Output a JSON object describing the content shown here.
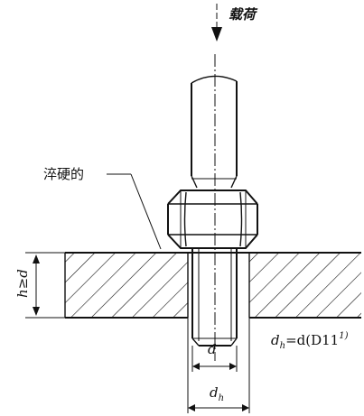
{
  "labels": {
    "load": "载荷",
    "hardened": "淬硬的",
    "h_ge_d": "h≥d",
    "d": "d",
    "dh_main": "d",
    "dh_sub": "h",
    "formula_lhs": "d",
    "formula_lhs_sub": "h",
    "formula_rhs": "=d(D11",
    "formula_sup": "1)"
  }
}
